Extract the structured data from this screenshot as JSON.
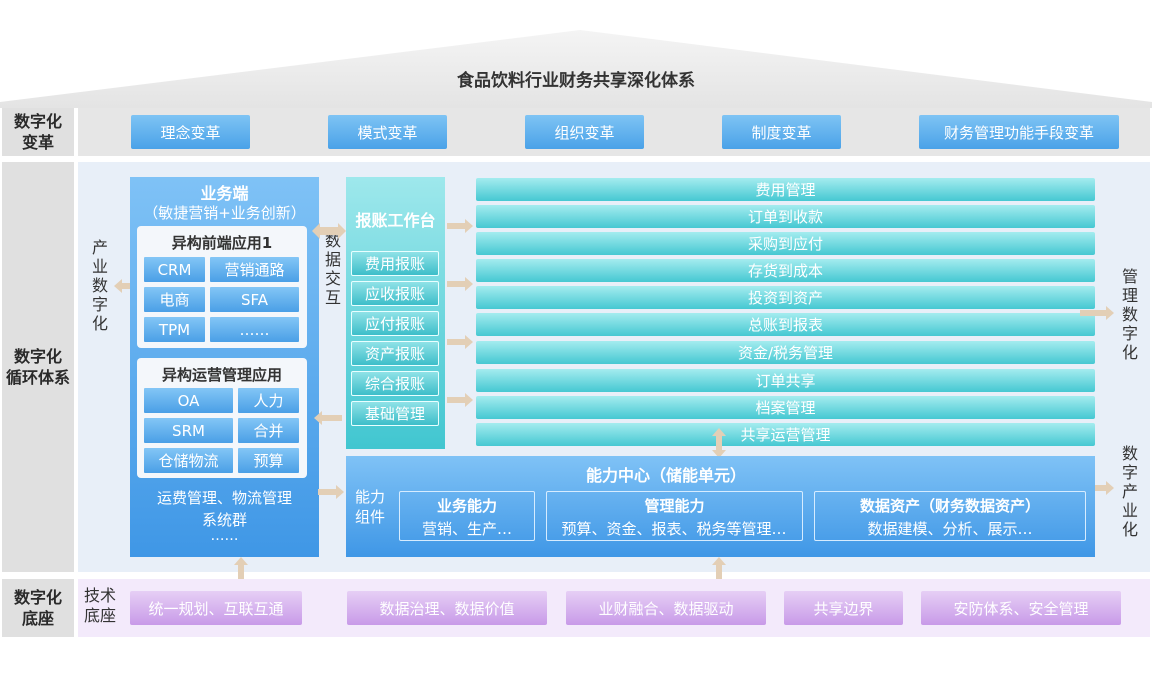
{
  "title": "食品饮料行业财务共享深化体系",
  "rows": {
    "transform_label": "数字化\n变革",
    "cycle_label": "数字化\n循环体系",
    "base_label": "数字化\n底座"
  },
  "transforms": [
    "理念变革",
    "模式变革",
    "组织变革",
    "制度变革",
    "财务管理功能手段变革"
  ],
  "industry_digitalization": "产\n业\n数\n字\n化",
  "business_end": {
    "title": "业务端",
    "subtitle": "（敏捷营销+业务创新）",
    "frontend_title": "异构前端应用1",
    "frontend_items": [
      "CRM",
      "营销通路",
      "电商",
      "SFA",
      "TPM",
      "……"
    ],
    "ops_title": "异构运营管理应用",
    "ops_items": [
      "OA",
      "人力",
      "SRM",
      "合并",
      "仓储物流",
      "预算"
    ],
    "footer_line1": "运费管理、物流管理",
    "footer_line2": "系统群",
    "footer_line3": "……"
  },
  "data_interaction": "数\n据\n交\n互",
  "workbench": {
    "title": "报账工作台",
    "items": [
      "费用报账",
      "应收报账",
      "应付报账",
      "资产报账",
      "综合报账",
      "基础管理"
    ]
  },
  "processes": [
    "费用管理",
    "订单到收款",
    "采购到应付",
    "存货到成本",
    "投资到资产",
    "总账到报表",
    "资金/税务管理",
    "订单共享",
    "档案管理",
    "共享运营管理"
  ],
  "management_digitalization": "管\n理\n数\n字\n化",
  "capability_center": {
    "title": "能力中心（储能单元）",
    "component_label": "能力\n组件",
    "business_title": "业务能力",
    "business_desc": "营销、生产…",
    "management_title": "管理能力",
    "management_desc": "预算、资金、报表、税务等管理…",
    "data_title": "数据资产（财务数据资产）",
    "data_desc": "数据建模、分析、展示…"
  },
  "digital_industrialization": "数\n字\n产\n业\n化",
  "tech_base_label": "技术\n底座",
  "base_items": [
    "统一规划、互联互通",
    "数据治理、数据价值",
    "业财融合、数据驱动",
    "共享边界",
    "安防体系、安全管理"
  ]
}
